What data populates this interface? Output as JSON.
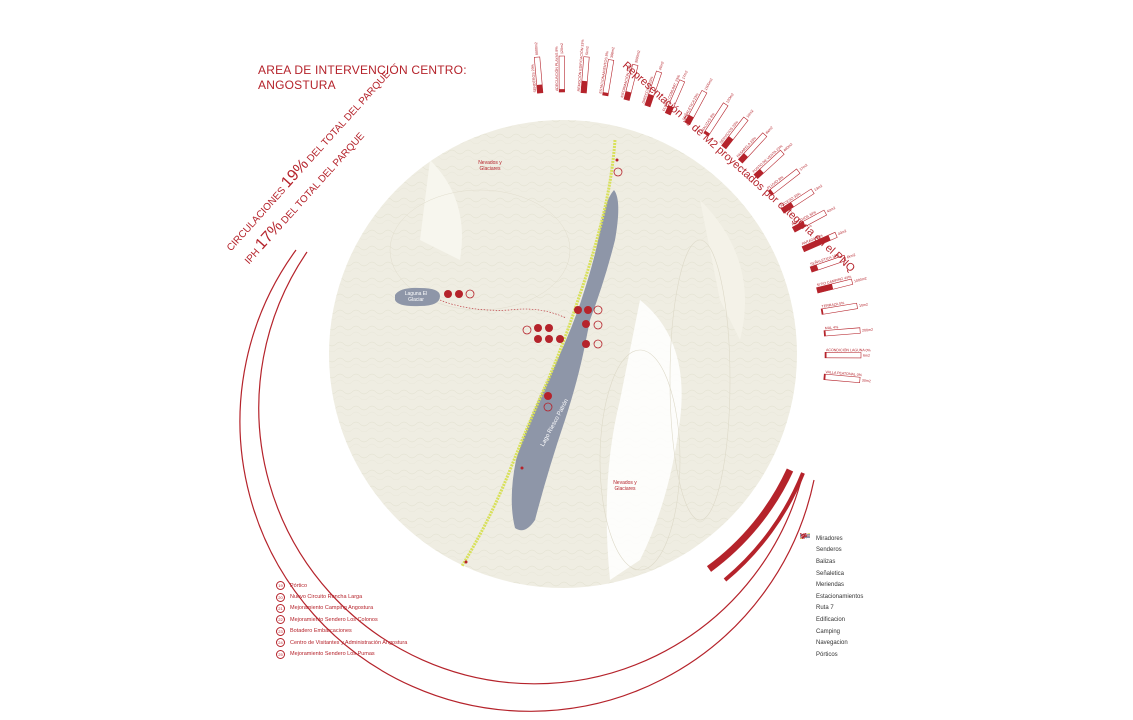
{
  "title": {
    "line1": "AREA DE INTERVENCIÓN CENTRO:",
    "line2": "ANGOSTURA"
  },
  "stats": {
    "circulaciones_prefix": "CIRCULACIONES",
    "circulaciones_value": "19%",
    "circulaciones_suffix": "DEL TOTAL DEL PARQUE",
    "iph_prefix": "IPH",
    "iph_value": "17%",
    "iph_suffix": "DEL TOTAL DEL PARQUE"
  },
  "chart_heading": "Representación % de M2 proyectados por categoría en el PNQ",
  "chart_data": {
    "type": "bar",
    "categories": [
      "SENDEROS 23%",
      "ADECUACIÓN PLAYAS 8%",
      "REMOCIÓN EDIFICACIÓN 33%",
      "ESTACIONAMIENTOS 8%",
      "INFORMACIÓN 23%",
      "DIRECCIÓN 33%",
      "PUNTO COMUNIT. 23%",
      "SEÑALETICA 23%",
      "BALIZAS 8%",
      "SERVICIOS 33%",
      "PASARELA 23%",
      "PUNTO DE VENTA 23%",
      "PLUVIO 8%",
      "ACCESO 33%",
      "REFUGIOS 34%",
      "PARADA 80%",
      "SEÑALETICA 19%",
      "SITIO CAMPING 44%",
      "TERRAZA 0%",
      "MAL 4%",
      "ACONDICIÓN LAGUNA 0%",
      "VALLA PEATONAL 0%"
    ],
    "values": [
      23,
      8,
      33,
      8,
      23,
      33,
      23,
      23,
      8,
      33,
      23,
      23,
      8,
      33,
      34,
      80,
      19,
      44,
      0,
      4,
      0,
      0
    ],
    "areas": [
      "8000m2",
      "120m2",
      "5km2",
      "398m2",
      "3000m2",
      "40m2",
      "17m2",
      "1500m2",
      "120m2",
      "10m2",
      "6km2",
      "400m2",
      "17m2",
      "13m2",
      "40m2",
      "40m2",
      "6km2",
      "1000m2",
      "10m2",
      "200m2",
      "6m2",
      "30m2"
    ],
    "ylim": [
      0,
      100
    ]
  },
  "map": {
    "lake_label": "Lago Riesco Patrón",
    "laguna_label": "Laguna El Glaciar",
    "nevados_1": "Nevados y Glaciares",
    "nevados_2": "Nevados y Glaciares",
    "colors": {
      "red": "#b5232b",
      "lake": "#8e96a8",
      "route": "#d8e05a",
      "terrain": "#efede2"
    }
  },
  "legend_projects": [
    {
      "num": "19",
      "label": "Pórtico"
    },
    {
      "num": "20",
      "label": "Nuevo Circuito Roncha Larga"
    },
    {
      "num": "21",
      "label": "Mejoramiento Camping Angostura"
    },
    {
      "num": "22",
      "label": "Mejoramiento Sendero Los Colonos"
    },
    {
      "num": "23",
      "label": "Botadero Embarcaciones"
    },
    {
      "num": "24",
      "label": "Centro de Visitantes y Administración Angostura"
    },
    {
      "num": "25",
      "label": "Mejoramiento Sendero Los Pumas"
    }
  ],
  "legend_symbols": [
    {
      "icon": "mirador-icon",
      "label": "Miradores"
    },
    {
      "icon": "sendero-icon",
      "label": "Senderos"
    },
    {
      "icon": "baliza-icon",
      "label": "Balizas"
    },
    {
      "icon": "senaletica-icon",
      "label": "Señaletica"
    },
    {
      "icon": "merienda-icon",
      "label": "Meriendas"
    },
    {
      "icon": "estacionamiento-icon",
      "label": "Estacionamientos"
    },
    {
      "icon": "ruta-icon",
      "label": "Ruta 7"
    },
    {
      "icon": "edificacion-icon",
      "label": "Edificacion"
    },
    {
      "icon": "camping-icon",
      "label": "Camping"
    },
    {
      "icon": "navegacion-icon",
      "label": "Navegacion"
    },
    {
      "icon": "portico-icon",
      "label": "Pórticos"
    }
  ]
}
